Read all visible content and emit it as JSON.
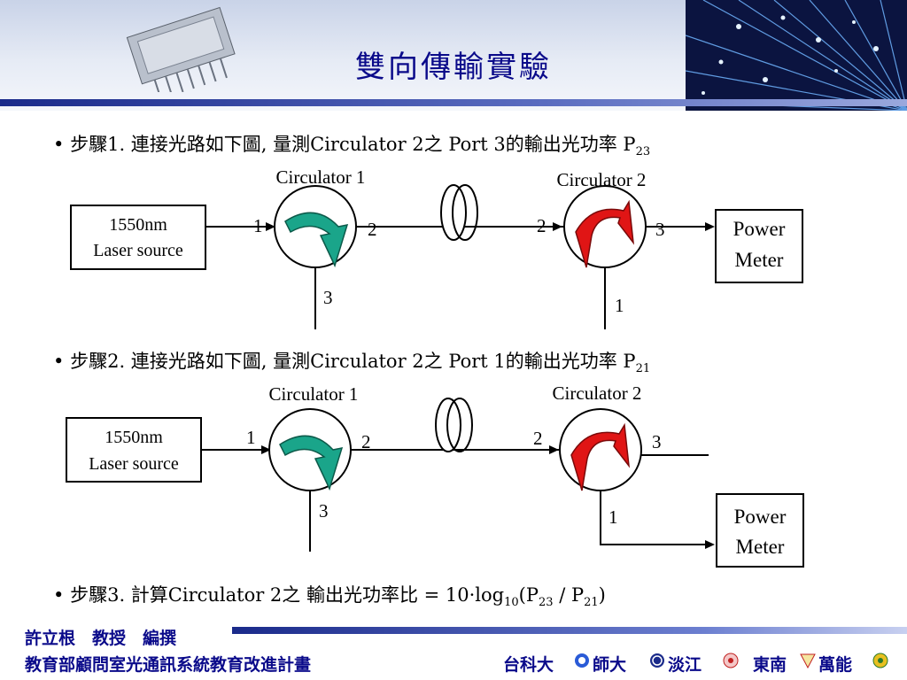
{
  "title": "雙向傳輸實驗",
  "steps": [
    {
      "bullet": "•",
      "text": "步驟1. 連接光路如下圖, 量測Circulator 2之 Port 3的輸出光功率 P",
      "sub": "23"
    },
    {
      "bullet": "•",
      "text": "步驟2. 連接光路如下圖, 量測Circulator 2之 Port 1的輸出光功率 P",
      "sub": "21"
    },
    {
      "bullet": "•",
      "text_a": "步驟3. 計算Circulator 2之 輸出光功率比 = 10·log",
      "sub_a": "10",
      "text_b": "(P",
      "sub_b": "23",
      "text_c": " / P",
      "sub_c": "21",
      "text_d": ")"
    }
  ],
  "diagram1": {
    "circ1_label": "Circulator 1",
    "circ2_label": "Circulator 2",
    "laser_line1": "1550nm",
    "laser_line2": "Laser source",
    "power_line1": "Power",
    "power_line2": "Meter",
    "c1_port1": "1",
    "c1_port2": "2",
    "c1_port3": "3",
    "c2_port2": "2",
    "c2_port3": "3",
    "c2_port1": "1"
  },
  "diagram2": {
    "circ1_label": "Circulator 1",
    "circ2_label": "Circulator 2",
    "laser_line1": "1550nm",
    "laser_line2": "Laser source",
    "power_line1": "Power",
    "power_line2": "Meter",
    "c1_port1": "1",
    "c1_port2": "2",
    "c1_port3": "3",
    "c2_port2": "2",
    "c2_port3": "3",
    "c2_port1": "1"
  },
  "footer": {
    "author": "許立根　教授　編撰",
    "program": "教育部顧問室光通訊系統教育改進計畫",
    "schools": [
      "台科大",
      "師大",
      "淡江",
      "東南",
      "萬能"
    ]
  },
  "colors": {
    "title": "#0a0a8a",
    "circulator1_arrow": "#1aa58a",
    "circulator2_arrow": "#e01515",
    "footer_text": "#0a0a8a"
  },
  "icons": [
    "laser-device-photo",
    "fiber-optic-burst",
    "school-logo-ntust",
    "school-logo-ntnu",
    "school-logo-tku",
    "school-logo-tnu",
    "school-logo-vnu"
  ]
}
